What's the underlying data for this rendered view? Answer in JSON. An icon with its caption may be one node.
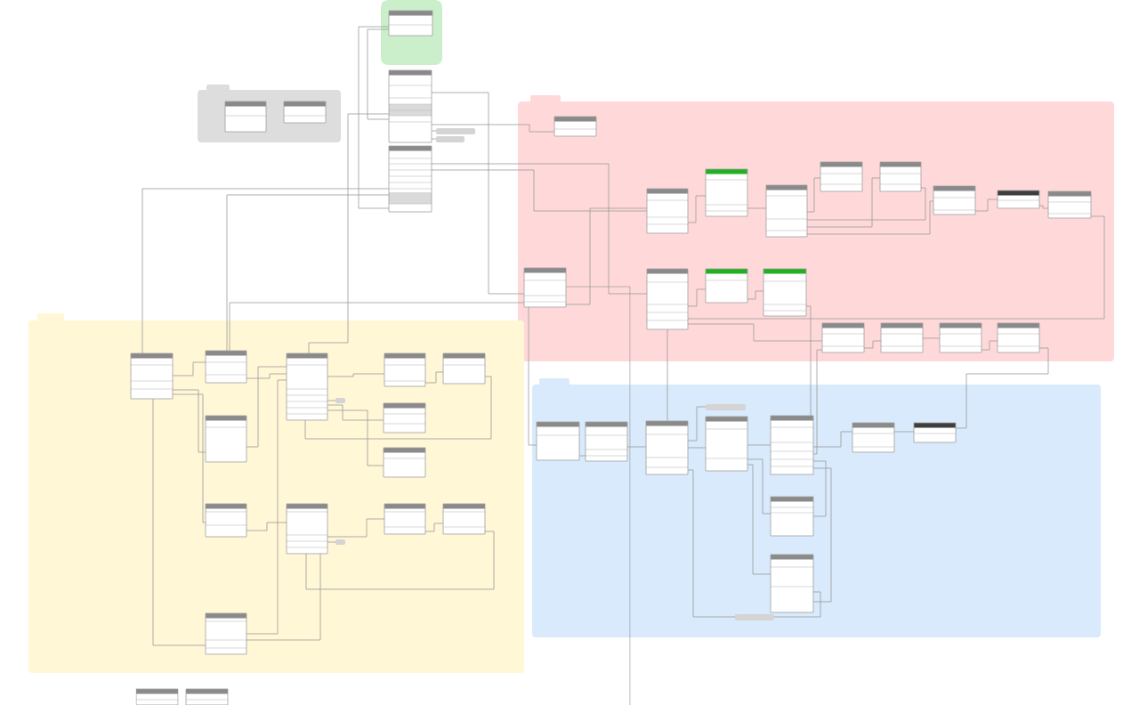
{
  "diagram": {
    "nodes": [
      {
        "text": [],
        "shape": "box"
      },
      {
        "text": [],
        "shape": "table",
        "in": 0
      },
      {
        "text": [],
        "shape": "folder"
      },
      {
        "text": [],
        "shape": "table",
        "in": 2
      },
      {
        "text": [],
        "shape": "table",
        "in": 2
      },
      {
        "text": [],
        "shape": "table"
      },
      {
        "text": [],
        "shape": "table"
      },
      {
        "text": [],
        "shape": "box"
      },
      {
        "text": [],
        "shape": "box"
      },
      {
        "text": [],
        "shape": "folder"
      },
      {
        "text": [],
        "shape": "table",
        "in": 9
      },
      {
        "text": [],
        "shape": "table",
        "in": 9
      },
      {
        "text": [],
        "shape": "table",
        "in": 9
      },
      {
        "text": [],
        "shape": "table",
        "in": 9
      },
      {
        "text": [],
        "shape": "table",
        "in": 9
      },
      {
        "text": [],
        "shape": "table",
        "in": 9
      },
      {
        "text": [],
        "shape": "table",
        "in": 9
      },
      {
        "text": [],
        "shape": "table",
        "in": 9
      },
      {
        "text": [],
        "shape": "table",
        "in": 9
      },
      {
        "text": [],
        "shape": "table",
        "in": 9
      },
      {
        "text": [],
        "shape": "table",
        "in": 9
      },
      {
        "text": [],
        "shape": "table",
        "in": 9
      },
      {
        "text": [],
        "shape": "table",
        "in": 9
      },
      {
        "text": [],
        "shape": "table",
        "in": 9
      },
      {
        "text": [],
        "shape": "table",
        "in": 9
      },
      {
        "text": [],
        "shape": "table",
        "in": 9
      },
      {
        "text": [],
        "shape": "table",
        "in": 9
      },
      {
        "text": [],
        "shape": "folder"
      },
      {
        "text": [],
        "shape": "table",
        "in": 27
      },
      {
        "text": [],
        "shape": "table",
        "in": 27
      },
      {
        "text": [],
        "shape": "table",
        "in": 27
      },
      {
        "text": [],
        "shape": "table",
        "in": 27
      },
      {
        "text": [],
        "shape": "table",
        "in": 27
      },
      {
        "text": [],
        "shape": "box",
        "in": 27
      },
      {
        "text": [],
        "shape": "table",
        "in": 27
      },
      {
        "text": [],
        "shape": "table",
        "in": 27
      },
      {
        "text": [],
        "shape": "table",
        "in": 27
      },
      {
        "text": [],
        "shape": "table",
        "in": 27
      },
      {
        "text": [],
        "shape": "table",
        "in": 27
      },
      {
        "text": [],
        "shape": "table",
        "in": 27
      },
      {
        "text": [],
        "shape": "table",
        "in": 27
      },
      {
        "text": [],
        "shape": "box",
        "in": 27
      },
      {
        "text": [],
        "shape": "table",
        "in": 27
      },
      {
        "text": [],
        "shape": "folder"
      },
      {
        "text": [],
        "shape": "box",
        "in": 43
      },
      {
        "text": [],
        "shape": "table",
        "in": 43
      },
      {
        "text": [],
        "shape": "table",
        "in": 43
      },
      {
        "text": [],
        "shape": "table",
        "in": 43
      },
      {
        "text": [],
        "shape": "table",
        "in": 43
      },
      {
        "text": [],
        "shape": "table",
        "in": 43
      },
      {
        "text": [],
        "shape": "table",
        "in": 43
      },
      {
        "text": [],
        "shape": "table",
        "in": 43
      },
      {
        "text": [],
        "shape": "table",
        "in": 43
      },
      {
        "text": [],
        "shape": "table",
        "in": 43
      },
      {
        "text": [],
        "shape": "box",
        "in": 43
      },
      {
        "text": [],
        "shape": "table"
      },
      {
        "text": [],
        "shape": "table"
      }
    ],
    "edges": [
      {
        "from": 1,
        "to": 6,
        "arrow": "none"
      },
      {
        "from": 1,
        "to": 5,
        "arrow": "none"
      },
      {
        "from": 5,
        "to": 19,
        "arrow": "none"
      },
      {
        "from": 5,
        "to": 10,
        "arrow": "none"
      },
      {
        "from": 5,
        "to": 7,
        "arrow": "none"
      },
      {
        "from": 5,
        "to": 8,
        "arrow": "none"
      },
      {
        "from": 6,
        "to": 11,
        "arrow": "none"
      },
      {
        "from": 6,
        "to": 20,
        "arrow": "none"
      },
      {
        "from": 6,
        "to": 28,
        "arrow": "none"
      },
      {
        "from": 6,
        "to": 29,
        "arrow": "none"
      },
      {
        "from": 28,
        "to": 42,
        "arrow": "none"
      },
      {
        "from": 28,
        "to": 29,
        "arrow": "none"
      },
      {
        "from": 28,
        "to": 35,
        "arrow": "none"
      },
      {
        "from": 28,
        "to": 37,
        "arrow": "none"
      },
      {
        "from": 29,
        "to": 30,
        "arrow": "none"
      },
      {
        "from": 5,
        "to": 30,
        "arrow": "none"
      },
      {
        "from": 35,
        "to": 30,
        "arrow": "none"
      },
      {
        "from": 30,
        "to": 42,
        "arrow": "none"
      },
      {
        "from": 30,
        "to": 31,
        "arrow": "none"
      },
      {
        "from": 30,
        "to": 33,
        "arrow": "none"
      },
      {
        "from": 30,
        "to": 34,
        "arrow": "none"
      },
      {
        "from": 30,
        "to": 36,
        "arrow": "none"
      },
      {
        "from": 30,
        "to": 32,
        "arrow": "none"
      },
      {
        "from": 31,
        "to": 32,
        "arrow": "none"
      },
      {
        "from": 37,
        "to": 38,
        "arrow": "none"
      },
      {
        "from": 38,
        "to": 41,
        "arrow": "none"
      },
      {
        "from": 38,
        "to": 39,
        "arrow": "none"
      },
      {
        "from": 39,
        "to": 40,
        "arrow": "none"
      },
      {
        "from": 40,
        "to": 38,
        "arrow": "none"
      },
      {
        "from": 38,
        "to": 42,
        "arrow": "none"
      },
      {
        "from": 19,
        "to": 11,
        "arrow": "none"
      },
      {
        "from": 11,
        "to": 12,
        "arrow": "none"
      },
      {
        "from": 12,
        "to": 13,
        "arrow": "none"
      },
      {
        "from": 13,
        "to": 14,
        "arrow": "none"
      },
      {
        "from": 13,
        "to": 15,
        "arrow": "none"
      },
      {
        "from": 15,
        "to": 13,
        "arrow": "none"
      },
      {
        "from": 13,
        "to": 16,
        "arrow": "none"
      },
      {
        "from": 16,
        "to": 17,
        "arrow": "none"
      },
      {
        "from": 17,
        "to": 18,
        "arrow": "none"
      },
      {
        "from": 18,
        "to": 20,
        "arrow": "none"
      },
      {
        "from": 20,
        "to": 21,
        "arrow": "none"
      },
      {
        "from": 21,
        "to": 22,
        "arrow": "none"
      },
      {
        "from": 20,
        "to": 23,
        "arrow": "none"
      },
      {
        "from": 23,
        "to": 24,
        "arrow": "none"
      },
      {
        "from": 24,
        "to": 25,
        "arrow": "none"
      },
      {
        "from": 25,
        "to": 26,
        "arrow": "none"
      },
      {
        "from": 26,
        "to": 51,
        "arrow": "none"
      },
      {
        "from": 22,
        "to": 49,
        "arrow": "none"
      },
      {
        "from": 23,
        "to": 49,
        "arrow": "none"
      },
      {
        "from": 20,
        "to": 47,
        "arrow": "none"
      },
      {
        "from": 19,
        "to": 45,
        "arrow": "none"
      },
      {
        "from": 45,
        "to": 46,
        "arrow": "none"
      },
      {
        "from": 46,
        "to": 47,
        "arrow": "none"
      },
      {
        "from": 47,
        "to": 44,
        "arrow": "none"
      },
      {
        "from": 47,
        "to": 48,
        "arrow": "none"
      },
      {
        "from": 48,
        "to": 49,
        "arrow": "none"
      },
      {
        "from": 49,
        "to": 50,
        "arrow": "none"
      },
      {
        "from": 50,
        "to": 51,
        "arrow": "none"
      },
      {
        "from": 48,
        "to": 53,
        "arrow": "none"
      },
      {
        "from": 48,
        "to": 52,
        "arrow": "none"
      },
      {
        "from": 47,
        "to": 54,
        "arrow": "none"
      },
      {
        "from": 54,
        "to": 53,
        "arrow": "none"
      },
      {
        "from": 53,
        "to": 49,
        "arrow": "none"
      },
      {
        "from": 52,
        "to": 49,
        "arrow": "none"
      },
      {
        "from": 19,
        "to": null,
        "arrow": "none"
      },
      {
        "from": 29,
        "to": 19,
        "arrow": "none"
      }
    ]
  }
}
